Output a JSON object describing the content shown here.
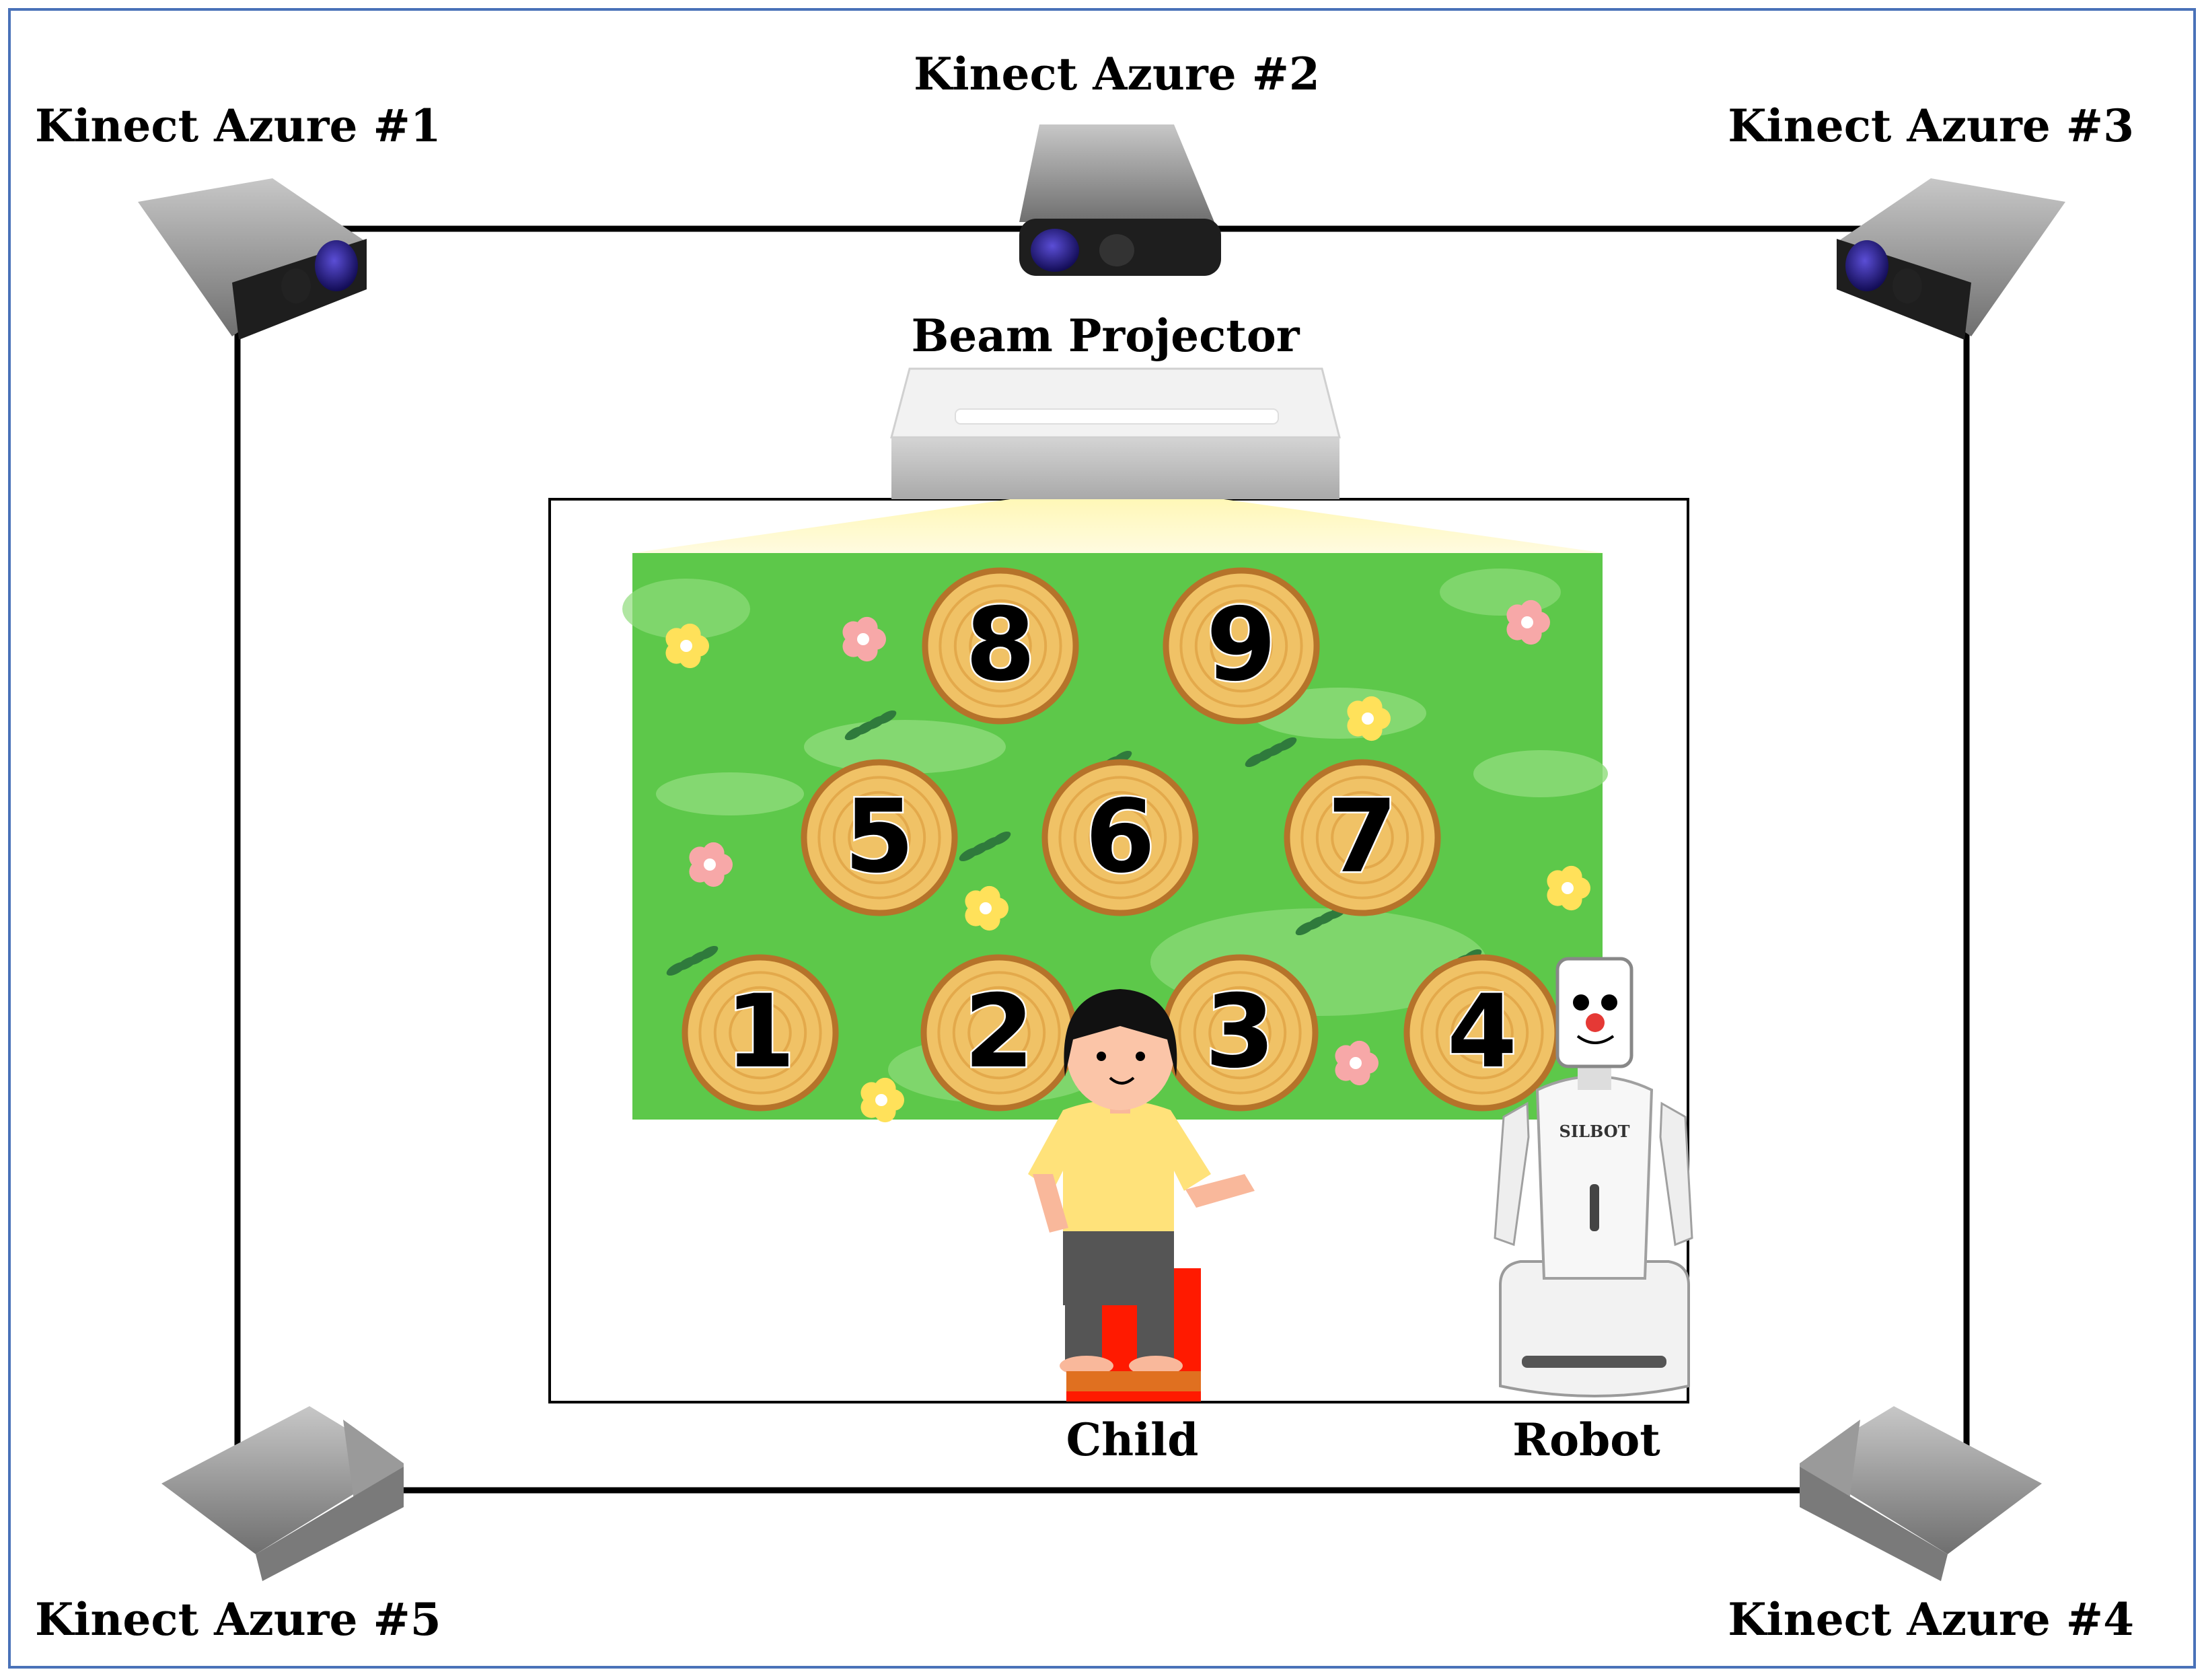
{
  "cameras": [
    {
      "id": "cam1",
      "label": "Kinect Azure #1"
    },
    {
      "id": "cam2",
      "label": "Kinect Azure #2"
    },
    {
      "id": "cam3",
      "label": "Kinect Azure #3"
    },
    {
      "id": "cam4",
      "label": "Kinect Azure #4"
    },
    {
      "id": "cam5",
      "label": "Kinect Azure #5"
    }
  ],
  "projector": {
    "label": "Beam Projector"
  },
  "tiles": [
    "1",
    "2",
    "3",
    "4",
    "5",
    "6",
    "7",
    "8",
    "9"
  ],
  "child": {
    "label": "Child"
  },
  "robot": {
    "label": "Robot",
    "brand": "SILBOT"
  },
  "colors": {
    "frame": "#4a72b8",
    "grass": "#5dc84a",
    "stump": "#f0c266",
    "stump_ring": "#b5732a",
    "projection": "#fff4a8",
    "child_shirt": "#ffe27a",
    "child_pants": "#555555",
    "mat": "#ff1a00"
  }
}
